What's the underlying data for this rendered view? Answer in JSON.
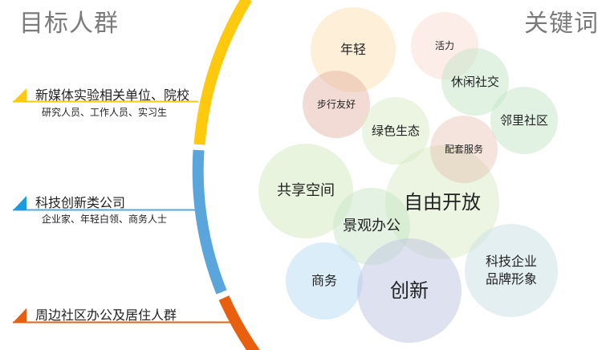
{
  "headers": {
    "left": "目标人群",
    "right": "关键词"
  },
  "groups": [
    {
      "title": "新媒体实验相关单位、院校",
      "subtitle": "研究人员、工作人员、实习生",
      "color": "#FFC90E"
    },
    {
      "title": "科技创新类公司",
      "subtitle": "企业家、年轻白领、商务人士",
      "color": "#5AA6DC"
    },
    {
      "title": "周边社区办公及居住人群",
      "subtitle": "",
      "color": "#E8600F"
    }
  ],
  "keywords": {
    "nianqing": "年轻",
    "huoli": "活力",
    "xiuxian": "休闲社交",
    "linli": "邻里社区",
    "buxing": "步行友好",
    "lvse": "绿色生态",
    "peitao": "配套服务",
    "gongxiang": "共享空间",
    "ziyou": "自由开放",
    "jingguan": "景观办公",
    "shangwu": "商务",
    "chuangxin": "创新",
    "keji_line1": "科技企业",
    "keji_line2": "品牌形象"
  }
}
